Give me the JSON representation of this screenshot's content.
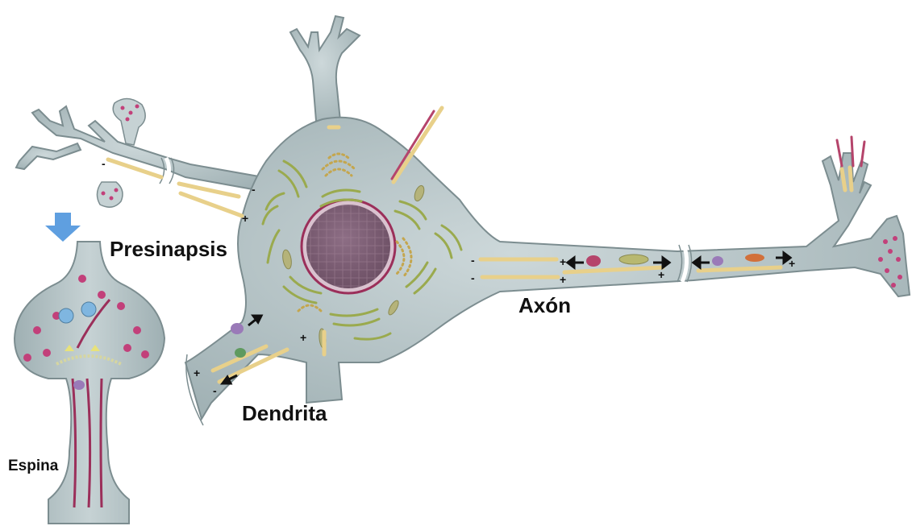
{
  "labels": {
    "presinapsis": "Presinapsis",
    "axon": "Axón",
    "dendrita": "Dendrita",
    "espina": "Espina"
  },
  "colors": {
    "cell_body": "#b9c7c9",
    "cell_outline": "#7c8d90",
    "nucleus": "#7b5e73",
    "nucleus_rim": "#9b2f5a",
    "microtubule": "#e8d08a",
    "er_green": "#9aaa4e",
    "vesicle_pink": "#c2407a",
    "arrow_blue": "#5f9fe0"
  },
  "symbols": {
    "plus": "+",
    "minus": "-"
  }
}
